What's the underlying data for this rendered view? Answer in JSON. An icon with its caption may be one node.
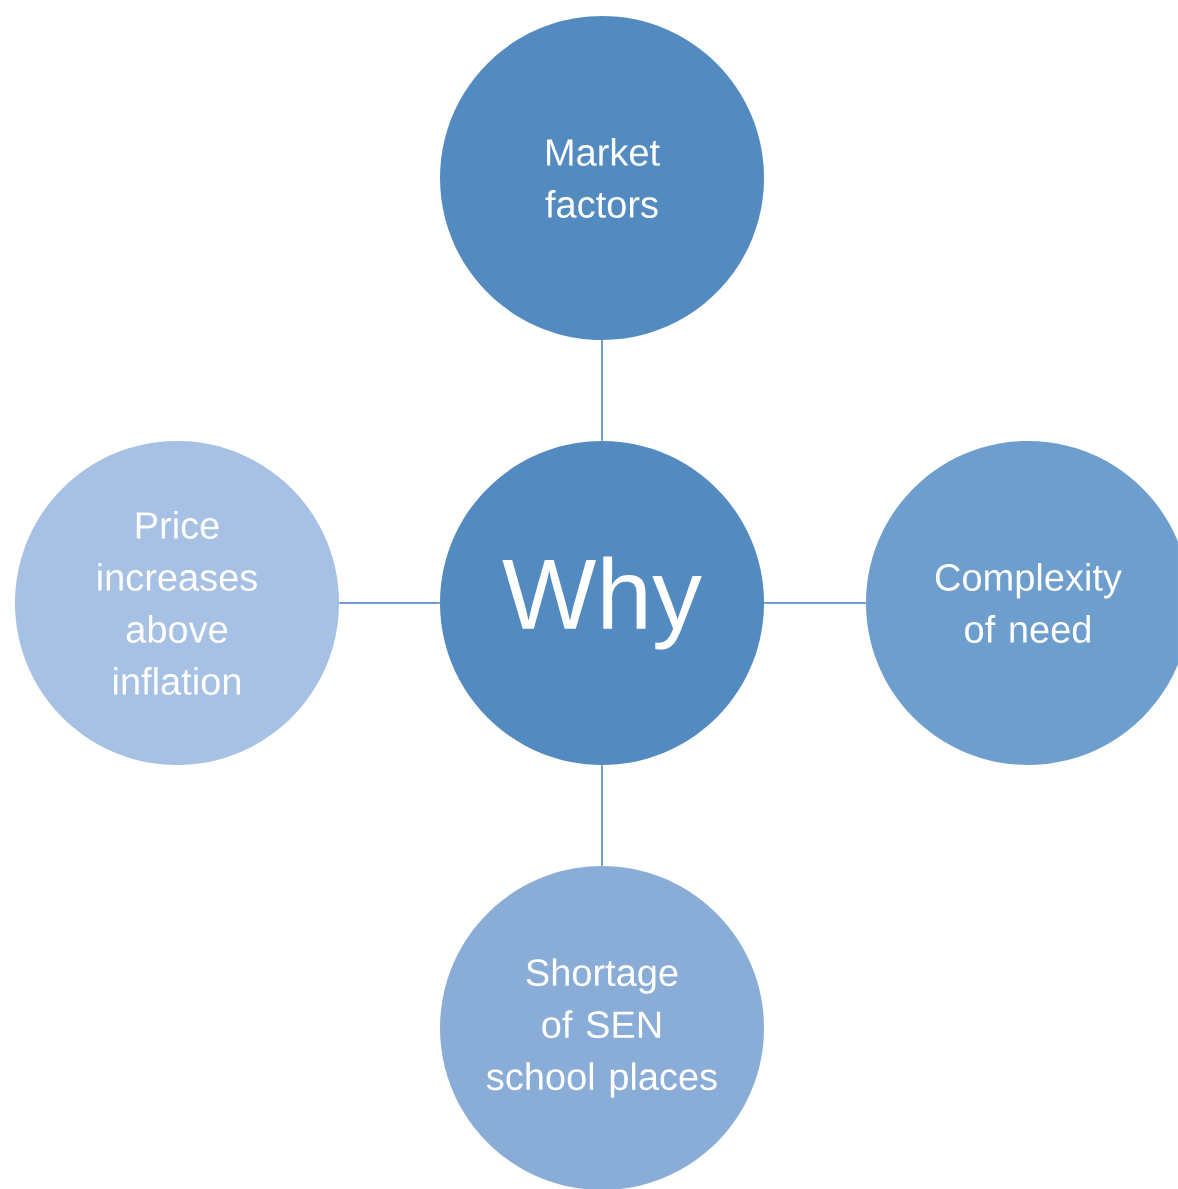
{
  "diagram": {
    "nodes": [
      {
        "text": [
          "Why"
        ]
      },
      {
        "text": [
          "Market factors"
        ]
      },
      {
        "text": [
          "Complexity of need"
        ]
      },
      {
        "text": [
          "Shortage of SEN school places"
        ]
      },
      {
        "text": [
          "Price increases above inflation"
        ]
      }
    ],
    "edges": [
      {
        "from": 0,
        "to": 1,
        "arrow": "none"
      },
      {
        "from": 0,
        "to": 2,
        "arrow": "none"
      },
      {
        "from": 0,
        "to": 3,
        "arrow": "none"
      },
      {
        "from": 0,
        "to": 4,
        "arrow": "none"
      }
    ]
  }
}
